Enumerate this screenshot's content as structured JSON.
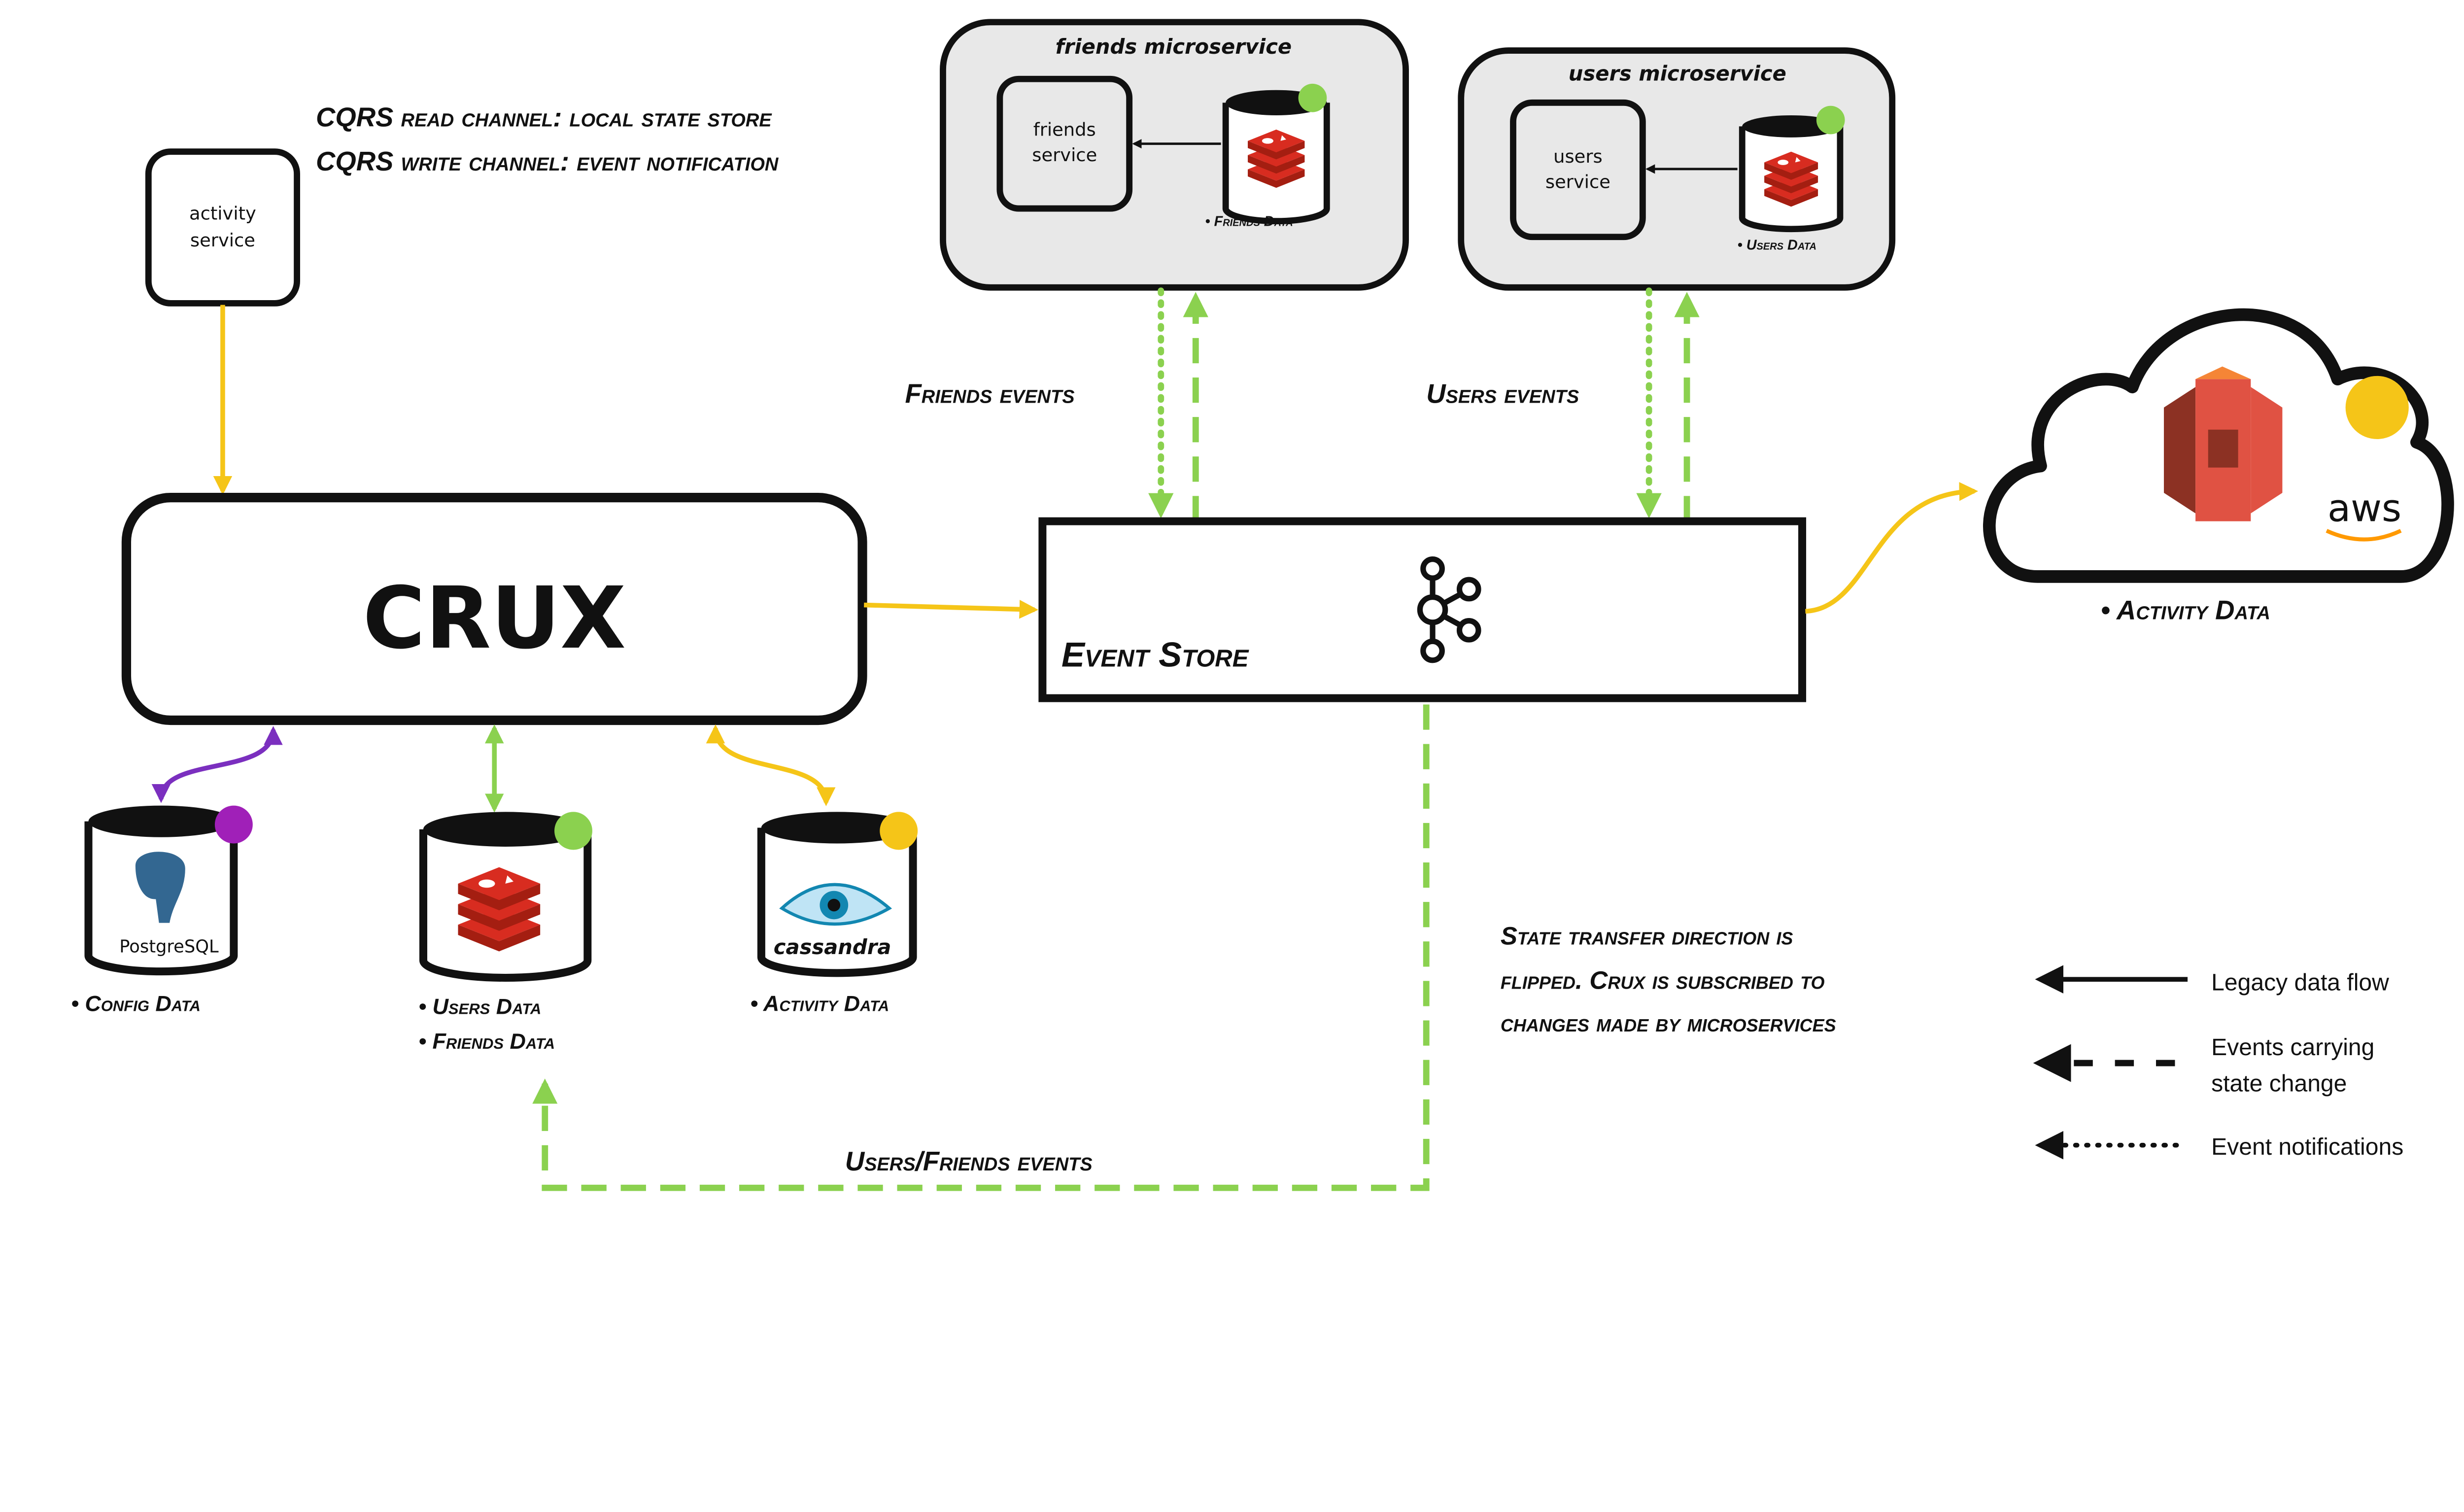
{
  "notes": {
    "cqrs_read": "CQRS read channel: local state store",
    "cqrs_write": "CQRS write channel: event notification",
    "flipped": [
      "State transfer direction is",
      "flipped. Crux is subscribed to",
      "changes made by microservices"
    ]
  },
  "activity_service": [
    "activity",
    "service"
  ],
  "friends_microservice": {
    "title": "friends microservice",
    "service": [
      "friends",
      "service"
    ],
    "data_label": "• Friends Data"
  },
  "users_microservice": {
    "title": "users microservice",
    "service": [
      "users",
      "service"
    ],
    "data_label": "• Users Data"
  },
  "crux": {
    "label": "CRUX"
  },
  "event_store": {
    "label": "Event Store"
  },
  "edges": {
    "friends_events": "Friends events",
    "users_events": "Users events",
    "users_friends_events": "Users/Friends events"
  },
  "cloud": {
    "aws_text": "aws",
    "data_label": "• Activity Data"
  },
  "databases": {
    "postgres": {
      "logo_text": "PostgreSQL",
      "label": "• Config Data"
    },
    "redis": {
      "labels": [
        "• Users Data",
        "• Friends Data"
      ]
    },
    "cassandra": {
      "logo_text": "cassandra",
      "label": "• Activity Data"
    }
  },
  "legend": [
    {
      "style": "solid",
      "label": "Legacy data flow"
    },
    {
      "style": "dashed",
      "label": [
        "Events carrying",
        "state change"
      ]
    },
    {
      "style": "dotted",
      "label": "Event notifications"
    }
  ],
  "colors": {
    "yellow": "#f5c518",
    "green": "#8bd14f",
    "purple": "#7b2fbf",
    "purple_dot": "#a020b8",
    "microservice_bg": "#e8e8e8",
    "redis_red": "#d82c20",
    "s3_red": "#e05243"
  }
}
